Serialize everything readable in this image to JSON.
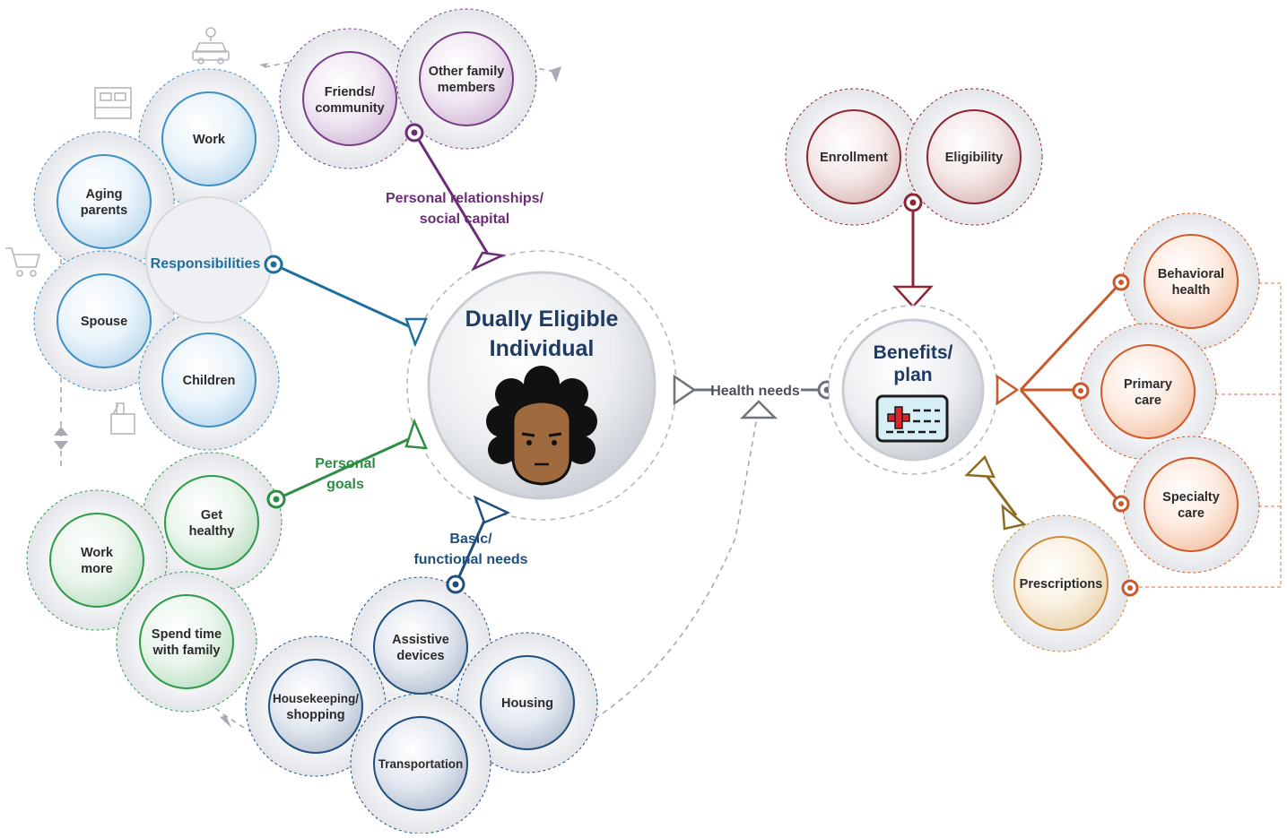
{
  "center": {
    "title_line1": "Dually Eligible",
    "title_line2": "Individual"
  },
  "categories": {
    "responsibilities": "Responsibilities",
    "relationships_line1": "Personal relationships/",
    "relationships_line2": "social capital",
    "goals_line1": "Personal",
    "goals_line2": "goals",
    "basic_line1": "Basic/",
    "basic_line2": "functional needs",
    "health_needs": "Health needs"
  },
  "responsibilities": {
    "work": "Work",
    "aging_parents_line1": "Aging",
    "aging_parents_line2": "parents",
    "spouse": "Spouse",
    "children": "Children"
  },
  "relationships": {
    "friends_line1": "Friends/",
    "friends_line2": "community",
    "family_line1": "Other family",
    "family_line2": "members"
  },
  "goals": {
    "get_healthy_line1": "Get",
    "get_healthy_line2": "healthy",
    "work_more_line1": "Work",
    "work_more_line2": "more",
    "spend_time_line1": "Spend time",
    "spend_time_line2": "with family"
  },
  "basic_needs": {
    "assistive_line1": "Assistive",
    "assistive_line2": "devices",
    "housekeeping_line1": "Housekeeping/",
    "housekeeping_line2": "shopping",
    "housing": "Housing",
    "transportation": "Transportation"
  },
  "benefits": {
    "title_line1": "Benefits/",
    "title_line2": "plan",
    "enrollment": "Enrollment",
    "eligibility": "Eligibility"
  },
  "health_services": {
    "behavioral_line1": "Behavioral",
    "behavioral_line2": "health",
    "primary_line1": "Primary",
    "primary_line2": "care",
    "specialty_line1": "Specialty",
    "specialty_line2": "care",
    "prescriptions": "Prescriptions"
  },
  "colors": {
    "blue": "#3f8fc4",
    "purple": "#7a3f88",
    "green": "#2e9a48",
    "navy": "#1f4f7f",
    "maroon": "#8c2630",
    "orange": "#cf5b2c",
    "gold": "#8c6b23",
    "gray": "#8a8f98",
    "title": "#1f3a63"
  },
  "icons": [
    "car-icon",
    "bed-icon",
    "cart-icon",
    "cleaning-supplies-icon",
    "insurance-card-icon",
    "person-face-icon"
  ]
}
